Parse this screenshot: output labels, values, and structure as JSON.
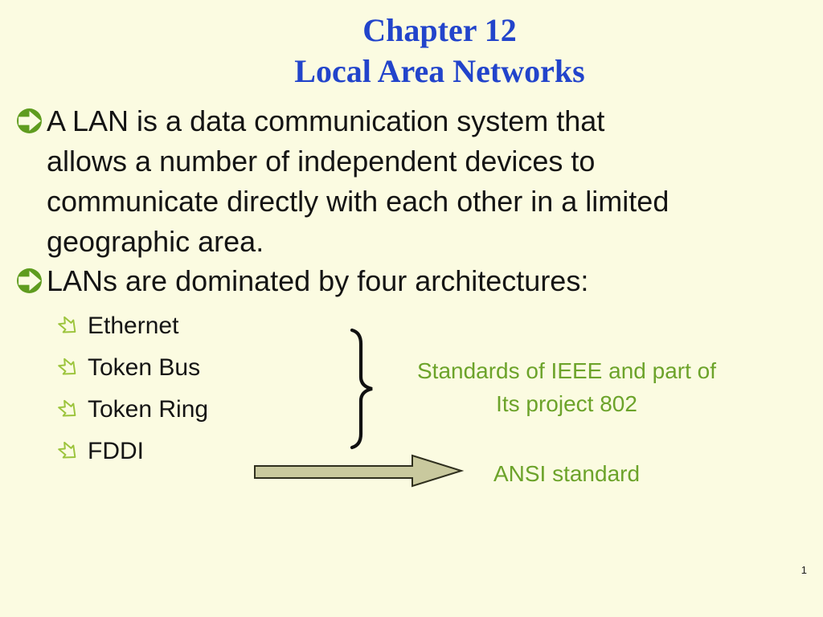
{
  "slide": {
    "title_line1": "Chapter 12",
    "title_line2": "Local Area Networks",
    "bullet1_lines": [
      "A LAN is a data communication system that",
      "allows a number of independent devices to",
      "communicate directly with each other in a limited",
      "geographic area."
    ],
    "bullet2_text": "LANs are dominated by four architectures:",
    "sub_bullets": [
      "Ethernet",
      "Token Bus",
      "Token Ring",
      "FDDI"
    ],
    "annotations": {
      "ieee_line1": "Standards of IEEE and part of",
      "ieee_line2": "Its project 802",
      "ansi": "ANSI standard"
    },
    "page_number": "1",
    "icons": {
      "main_bullet": "circled-right-arrow-icon",
      "sub_bullet": "curved-down-right-arrow-icon",
      "grouping": "right-curly-brace",
      "pointer": "block-right-arrow"
    },
    "colors": {
      "background": "#FBFBE1",
      "title_blue": "#2244CB",
      "body_text": "#141414",
      "bullet_green": "#5F9C1F",
      "sub_bullet_green": "#9CC43C",
      "annotation_green": "#6CA32A",
      "arrow_fill": "#C9C99E",
      "arrow_outline": "#2F2F1E"
    }
  }
}
